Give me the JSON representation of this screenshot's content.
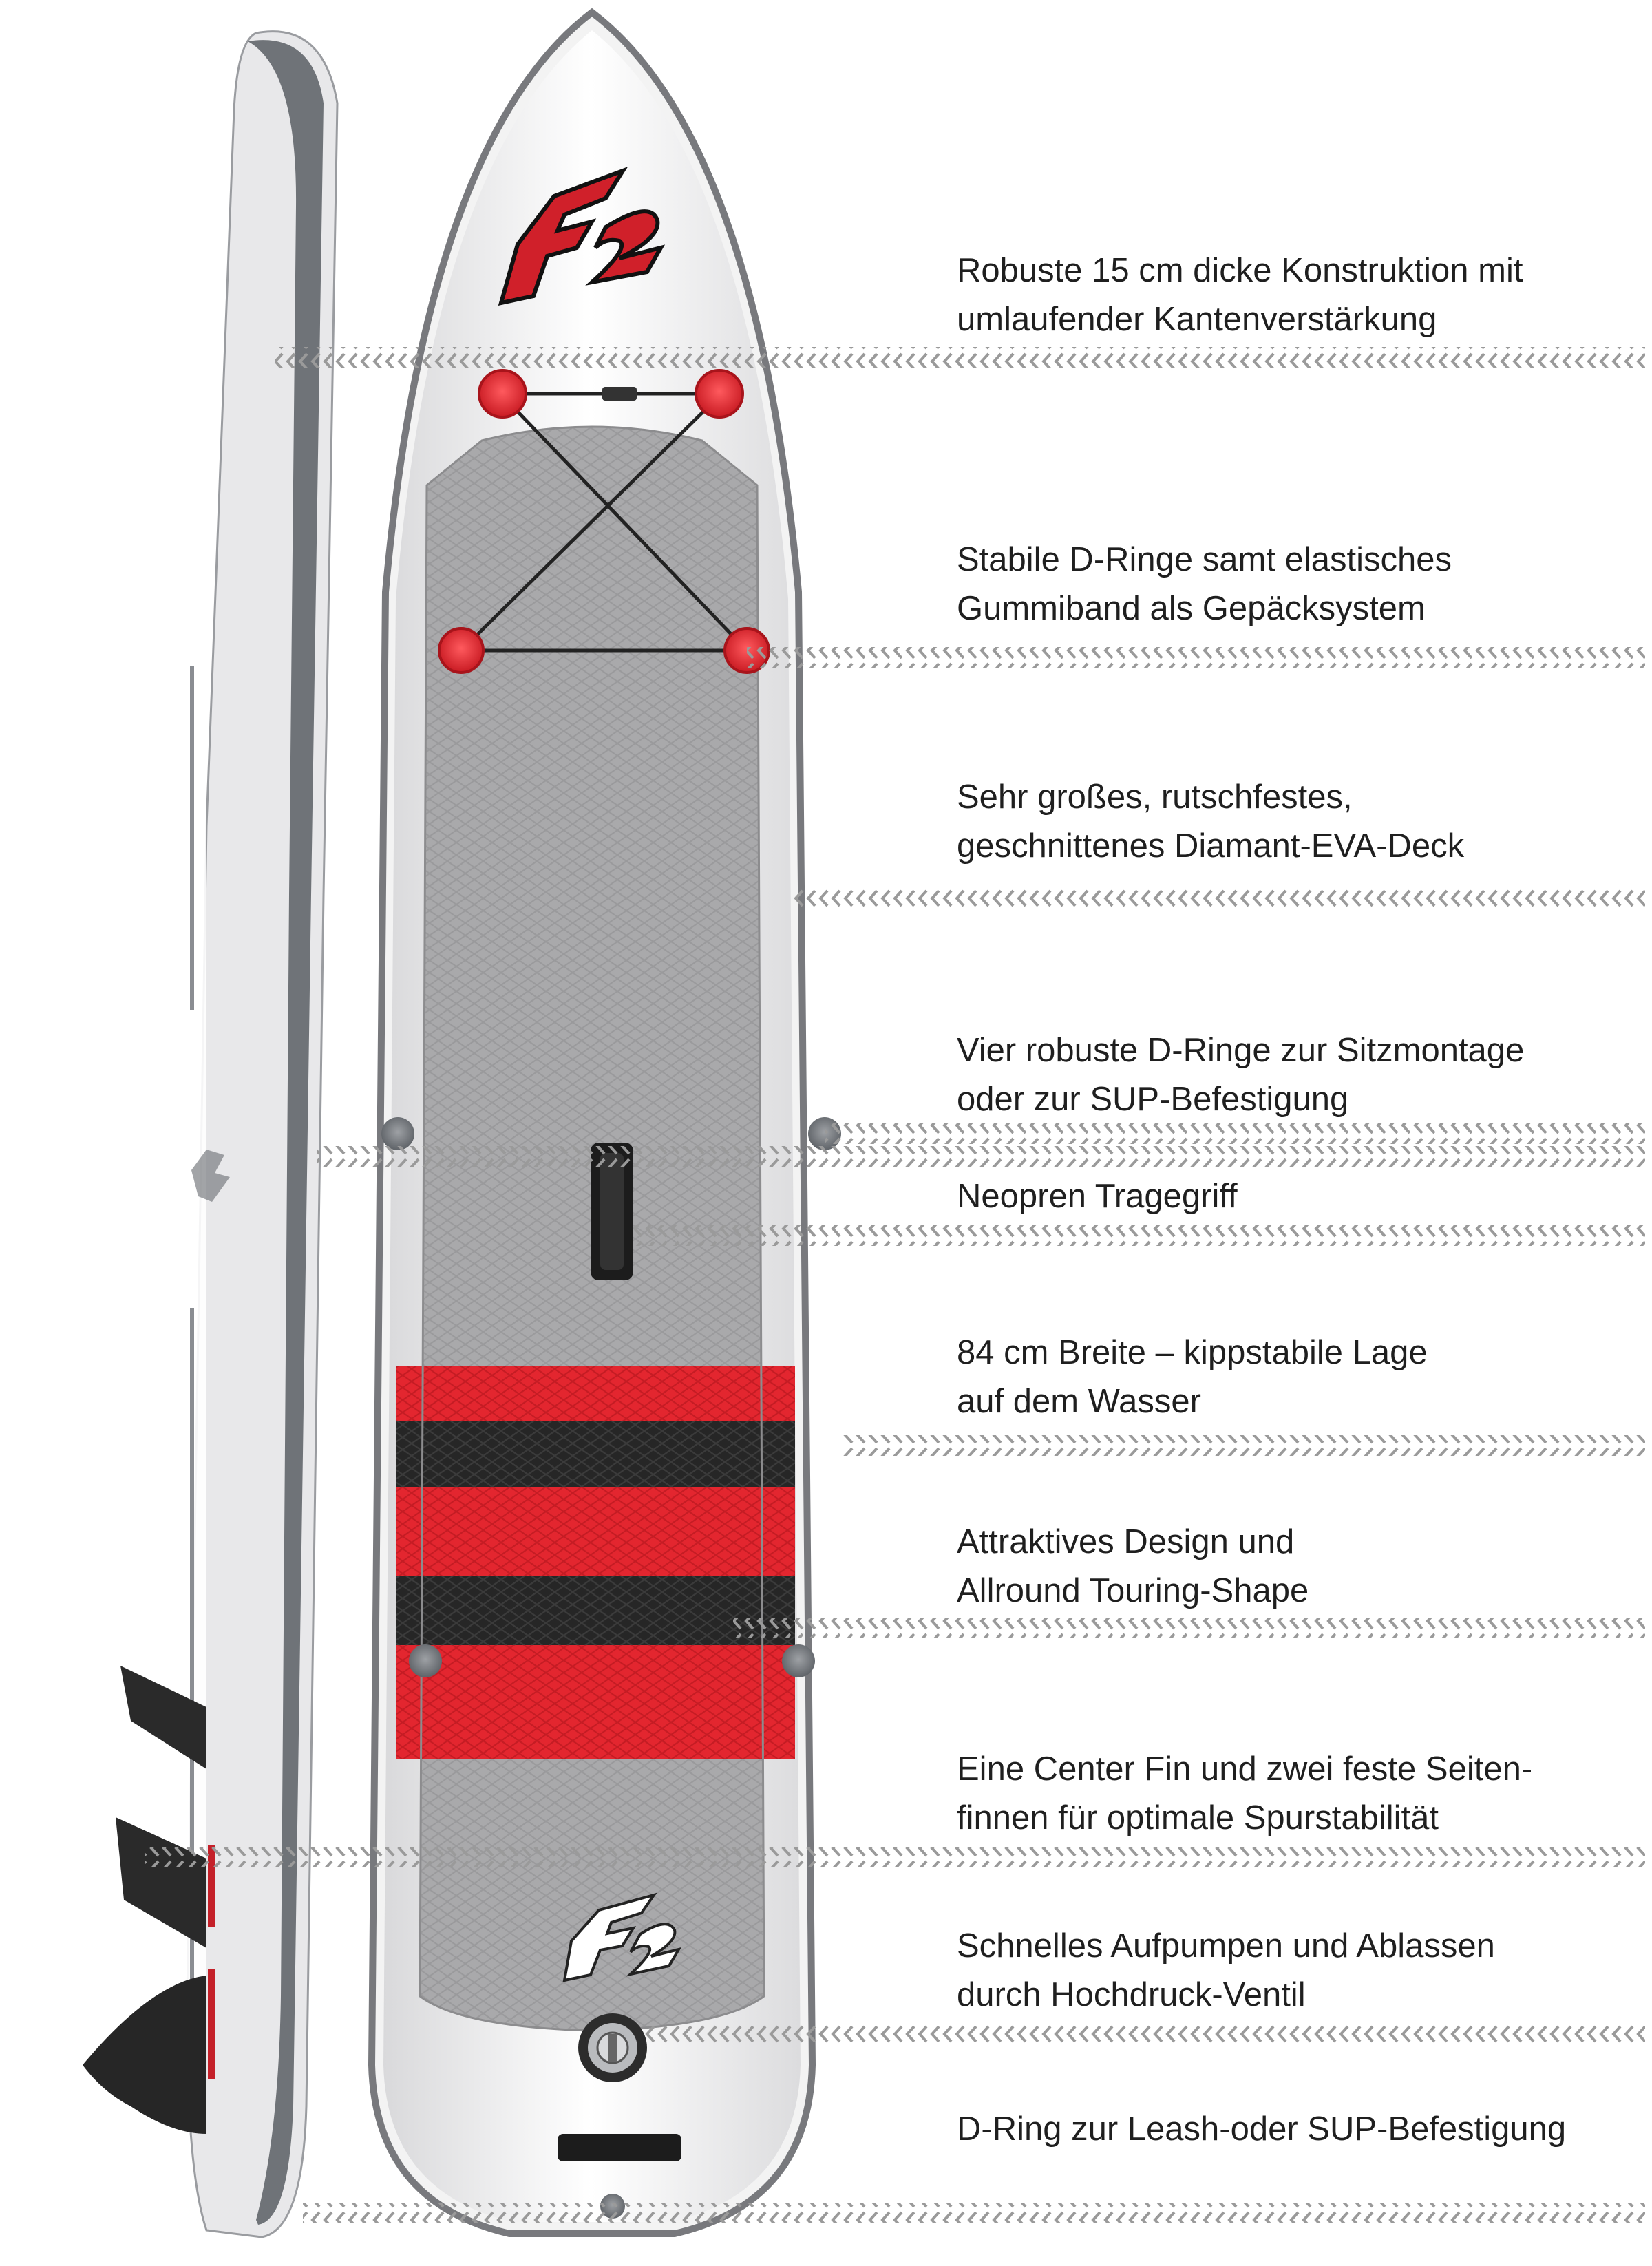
{
  "brand": {
    "logo_text": "F2"
  },
  "colors": {
    "accent_red": "#e3262f",
    "board_gray": "#a9a9ab",
    "rail_gray": "#6f7378",
    "dark": "#1f1f1f"
  },
  "features": [
    {
      "line1": "Robuste 15 cm dicke Konstruktion mit",
      "line2": "umlaufender Kantenverstärkung"
    },
    {
      "line1": "Stabile D-Ringe samt elastisches",
      "line2": "Gummiband als Gepäcksystem"
    },
    {
      "line1": "Sehr großes, rutschfestes,",
      "line2": "geschnittenes Diamant-EVA-Deck"
    },
    {
      "line1": "Vier robuste D-Ringe zur Sitzmontage",
      "line2": "oder zur SUP-Befestigung"
    },
    {
      "line1": "Neopren Tragegriff",
      "line2": ""
    },
    {
      "line1": "84 cm Breite – kippstabile Lage",
      "line2": "auf dem Wasser"
    },
    {
      "line1": "Attraktives Design und",
      "line2": "Allround Touring-Shape"
    },
    {
      "line1": "Eine Center Fin und zwei feste Seiten-",
      "line2": "finnen für optimale Spurstabilität"
    },
    {
      "line1": "Schnelles Aufpumpen und Ablassen",
      "line2": "durch Hochdruck-Ventil"
    },
    {
      "line1": "D-Ring zur Leash-oder SUP-Befestigung",
      "line2": ""
    }
  ]
}
